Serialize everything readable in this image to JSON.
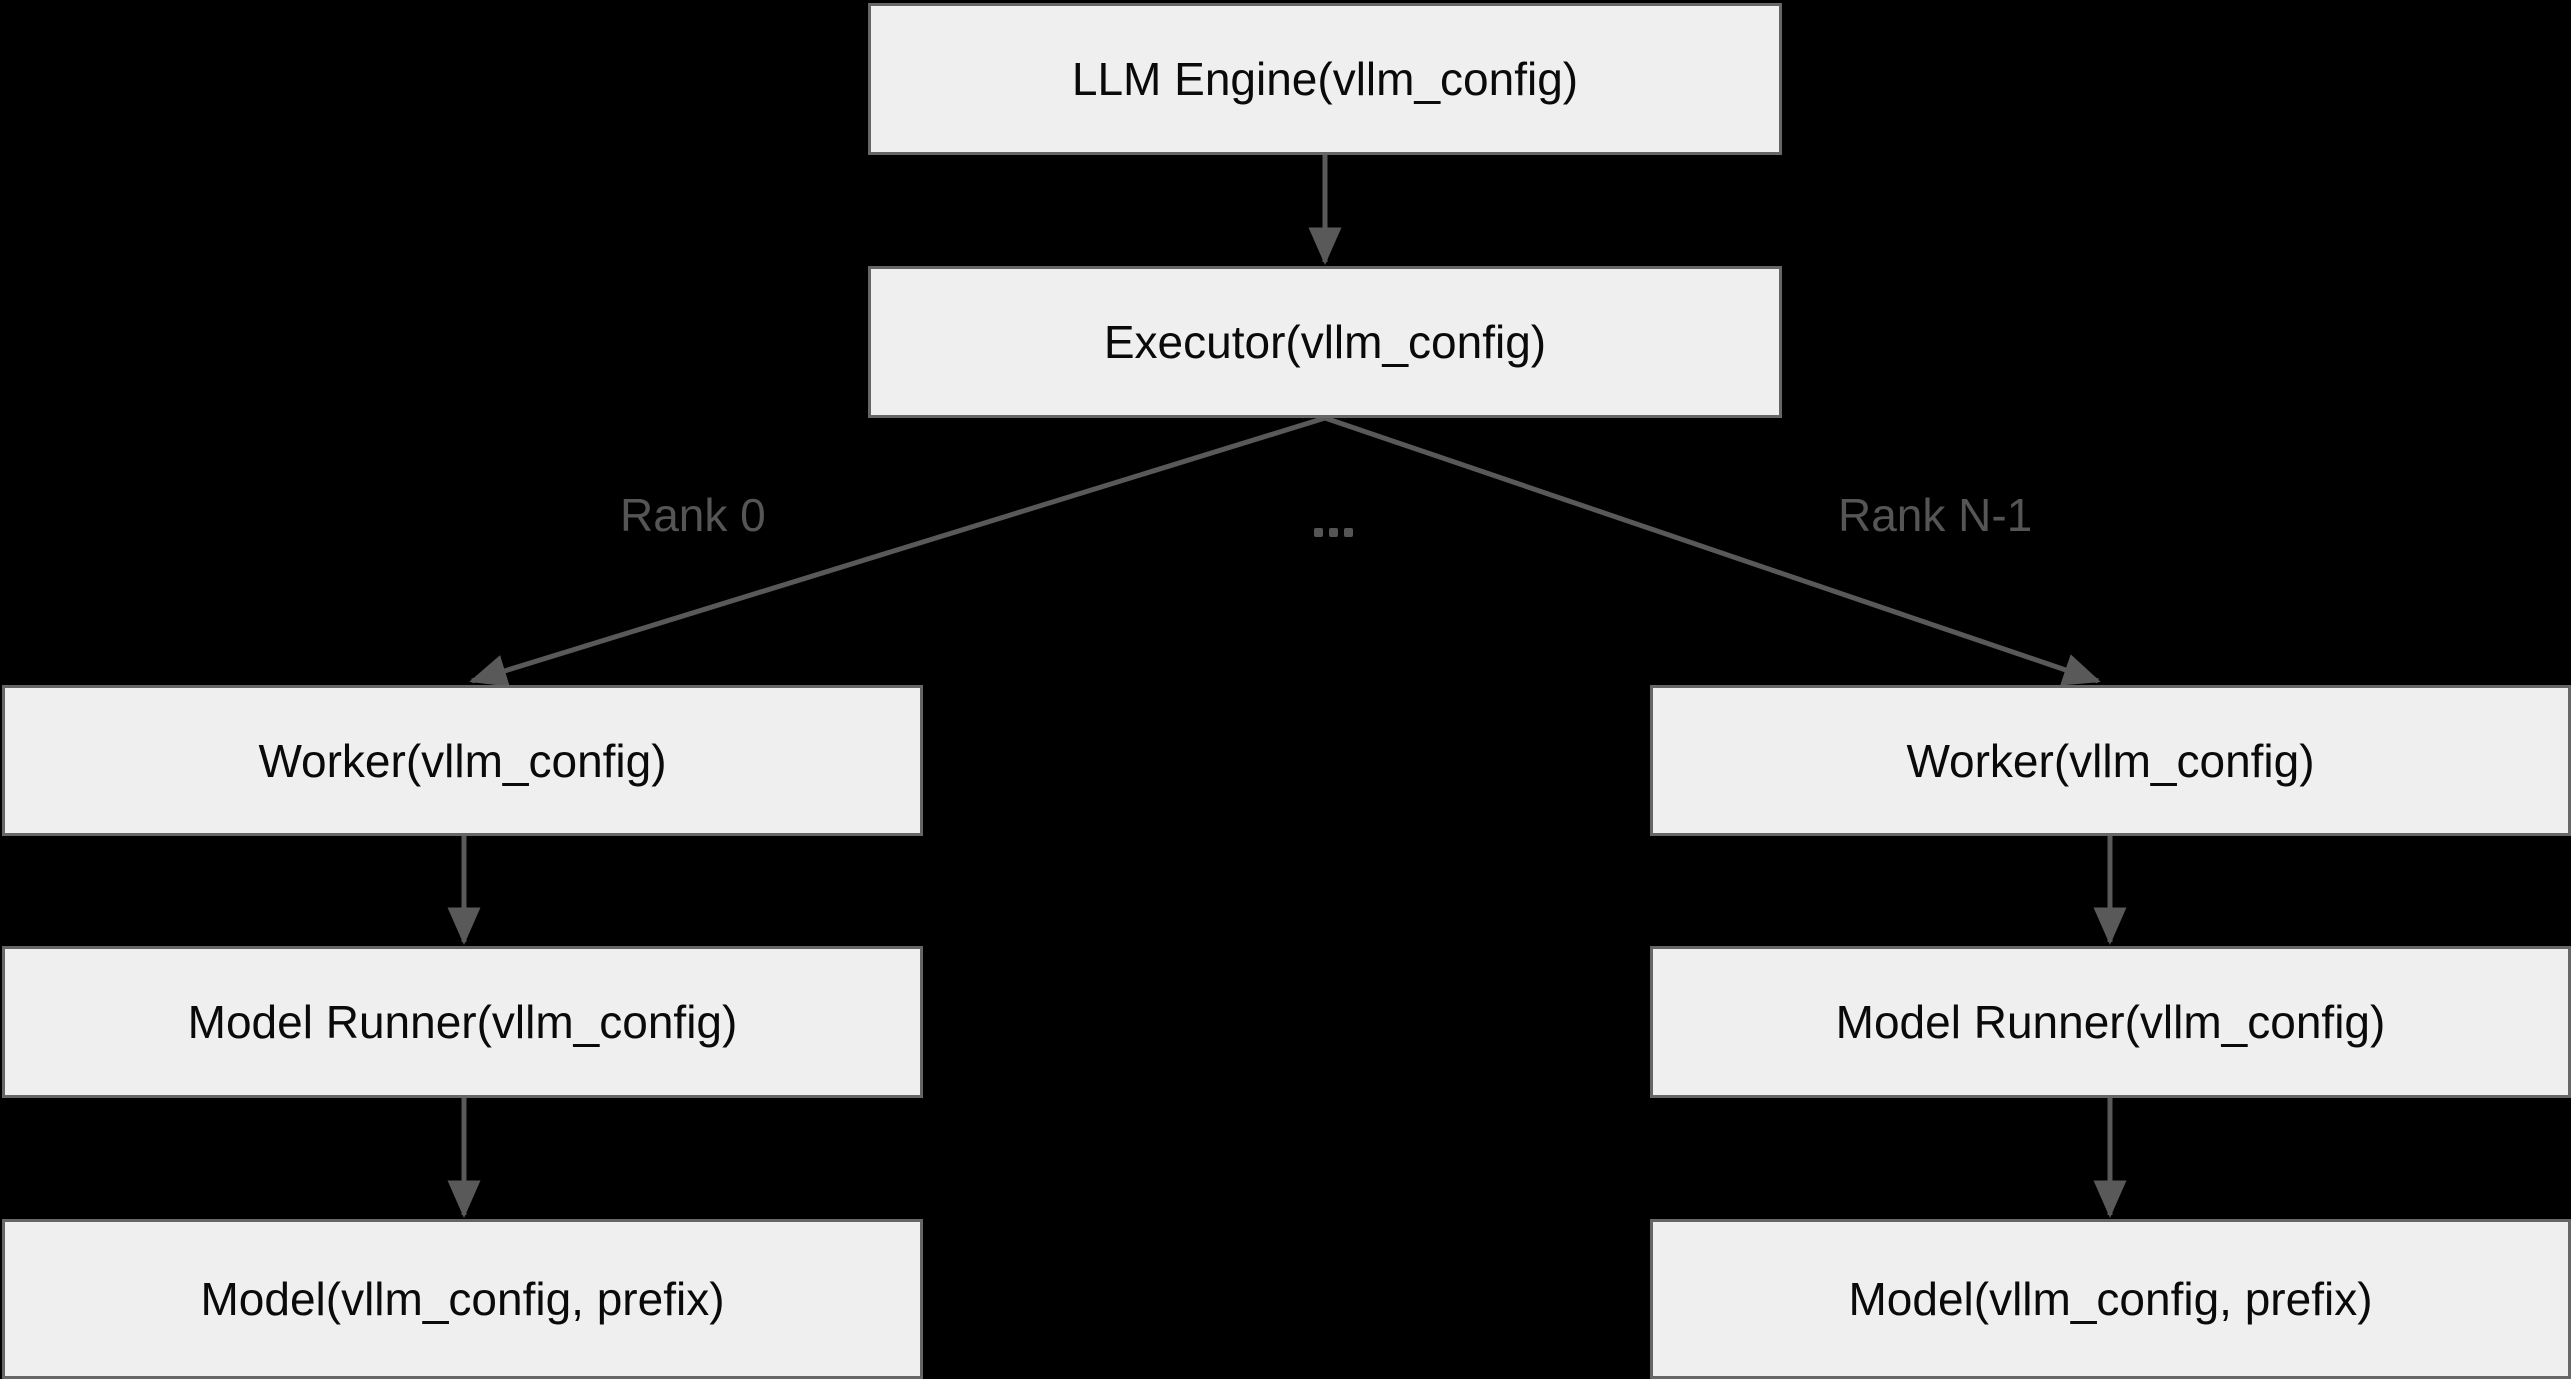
{
  "diagram": {
    "title": "vLLM configuration propagation hierarchy",
    "background_color": "#000000",
    "node_fill": "#EFEFEF",
    "node_border": "#666666",
    "edge_color": "#666666",
    "edge_label_color": "#555555",
    "nodes": {
      "engine": "LLM Engine(vllm_config)",
      "executor": "Executor(vllm_config)",
      "worker_rank0": "Worker(vllm_config)",
      "runner_rank0": "Model Runner(vllm_config)",
      "model_rank0": "Model(vllm_config, prefix)",
      "worker_rankn": "Worker(vllm_config)",
      "runner_rankn": "Model Runner(vllm_config)",
      "model_rankn": "Model(vllm_config, prefix)"
    },
    "edge_labels": {
      "rank_first": "Rank 0",
      "rank_middle": "...",
      "rank_last": "Rank N-1"
    }
  }
}
